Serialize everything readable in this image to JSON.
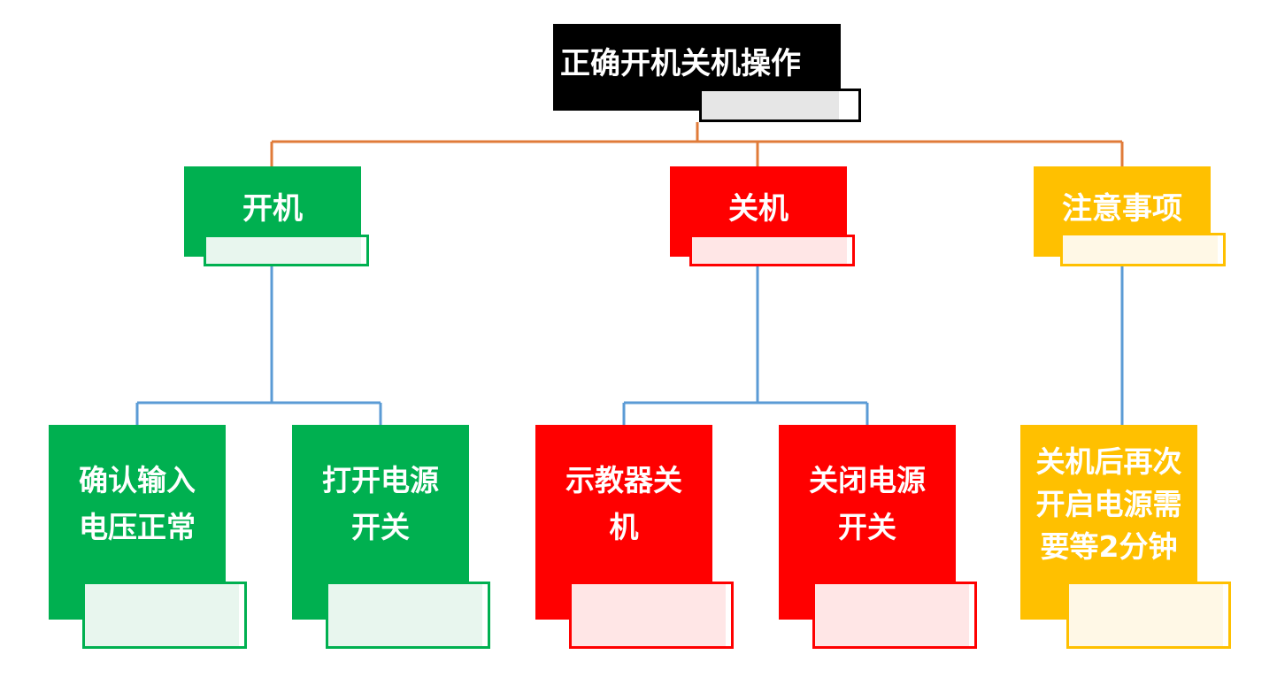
{
  "colors": {
    "root": "#000000",
    "power_on": "#00b050",
    "power_off": "#ff0000",
    "notes": "#ffc000",
    "top_connector": "#e07b39",
    "branch_connector": "#5b9bd5"
  },
  "root": {
    "label": "正确开机关机操作"
  },
  "branches": [
    {
      "label": "开机",
      "children": [
        {
          "label": "确认输入\n电压正常"
        },
        {
          "label": "打开电源\n开关"
        }
      ]
    },
    {
      "label": "关机",
      "children": [
        {
          "label": "示教器关\n机"
        },
        {
          "label": "关闭电源\n开关"
        }
      ]
    },
    {
      "label": "注意事项",
      "children": [
        {
          "label": "关机后再次\n开启电源需\n要等2分钟"
        }
      ]
    }
  ]
}
